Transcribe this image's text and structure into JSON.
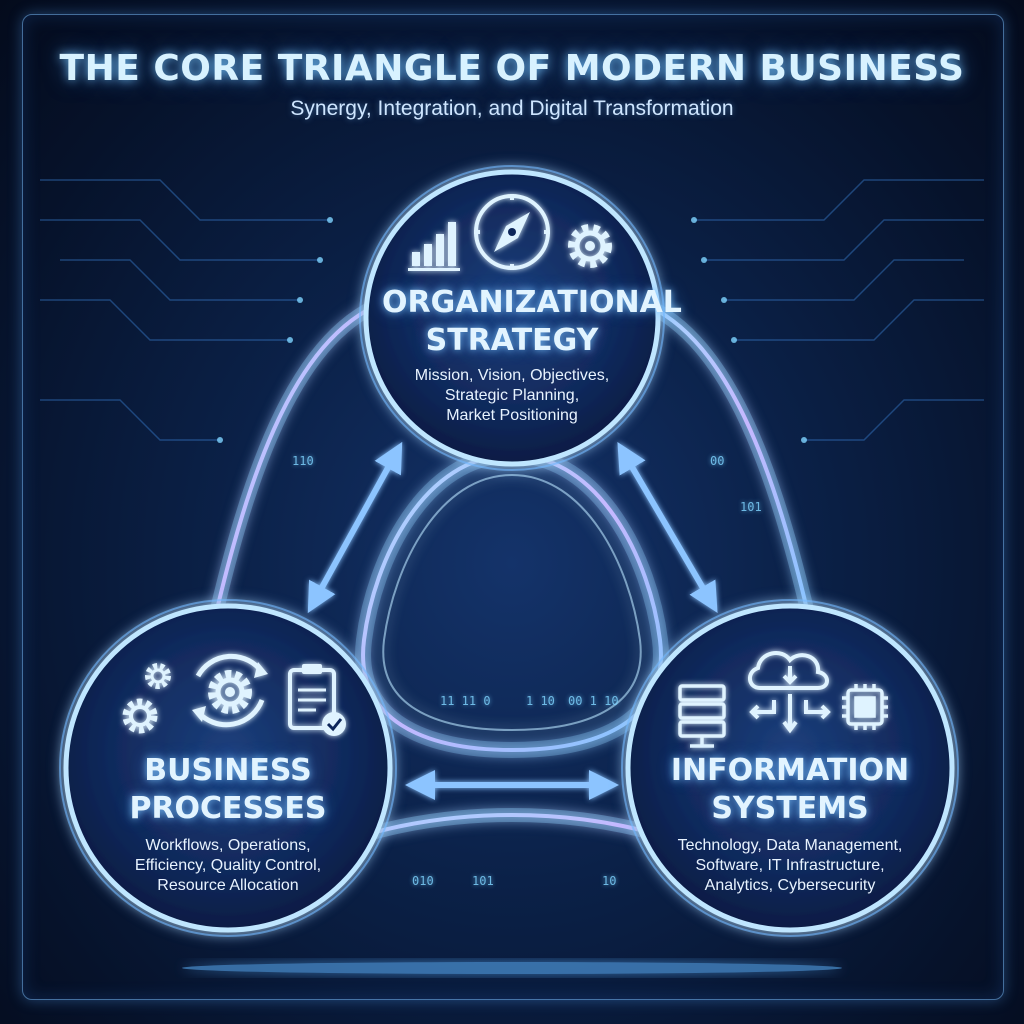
{
  "title": "THE CORE TRIANGLE OF MODERN BUSINESS",
  "subtitle": "Synergy, Integration, and Digital Transformation",
  "nodes": {
    "strategy": {
      "title": "ORGANIZATIONAL\nSTRATEGY",
      "description": "Mission, Vision, Objectives,\nStrategic Planning,\nMarket Positioning",
      "icons": [
        "bar-chart-icon",
        "compass-icon",
        "gear-icon"
      ]
    },
    "processes": {
      "title": "BUSINESS\nPROCESSES",
      "description": "Workflows, Operations,\nEfficiency, Quality Control,\nResource Allocation",
      "icons": [
        "gears-icon",
        "cycle-gear-icon",
        "clipboard-check-icon"
      ]
    },
    "systems": {
      "title": "INFORMATION\nSYSTEMS",
      "description": "Technology, Data Management,\nSoftware, IT Infrastructure,\nAnalytics, Cybersecurity",
      "icons": [
        "server-icon",
        "cloud-sync-icon",
        "chip-icon"
      ]
    }
  },
  "binary_marks": [
    "11 11 0",
    "00 1 10",
    "1 10",
    "010",
    "101",
    "10",
    "110",
    "00",
    "101"
  ],
  "colors": {
    "accent": "#6fc3ff",
    "ring": "#a9d8ff",
    "background": "#0b2148",
    "glow": "#3c8cff"
  }
}
